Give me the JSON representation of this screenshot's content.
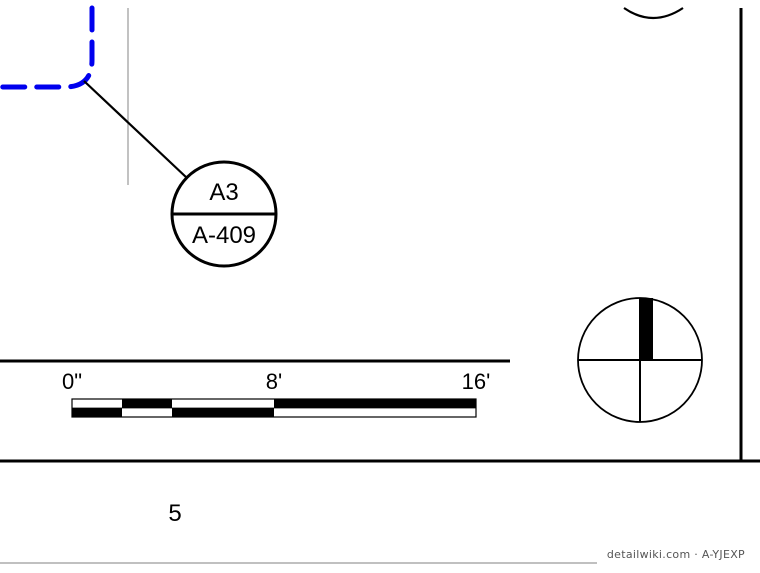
{
  "callout": {
    "detail_number": "A3",
    "sheet_number": "A-409"
  },
  "scale_bar": {
    "labels": [
      "0\"",
      "8'",
      "16'"
    ]
  },
  "view_number": "5",
  "credit": "detailwiki.com · A-YJEXP",
  "colors": {
    "linework": "#000000",
    "dashed_line": "#0000ee",
    "guide_line": "#9a9a9a",
    "credit_text": "#555555"
  }
}
